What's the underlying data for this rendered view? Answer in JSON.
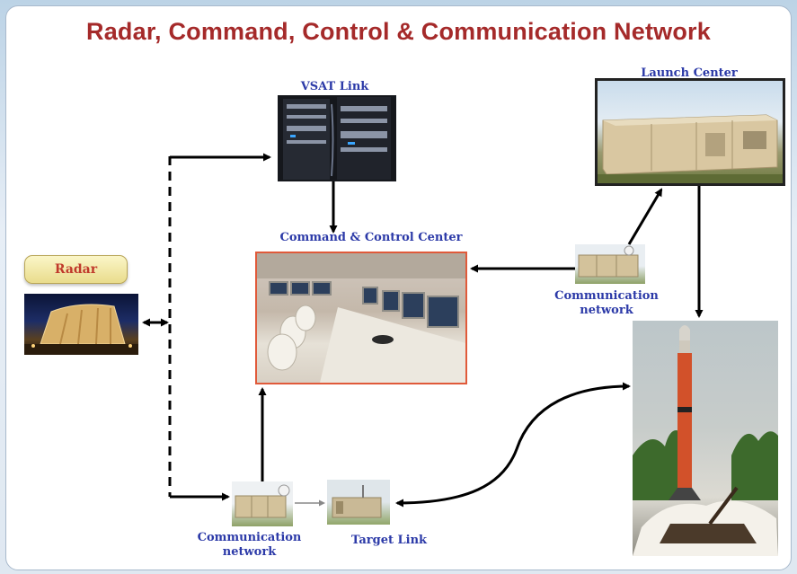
{
  "title": "Radar, Command, Control & Communication Network",
  "nodes": {
    "radar": "Radar",
    "vsat": "VSAT Link",
    "launch": "Launch Center",
    "command": "Command & Control Center",
    "comm_right_line1": "Communication",
    "comm_right_line2": "network",
    "comm_bottom_line1": "Communication",
    "comm_bottom_line2": "network",
    "target": "Target Link"
  },
  "colors": {
    "title": "#a52a2a",
    "labels": "#2c3aa8",
    "radar_button_text": "#c0392b",
    "command_frame": "#e05a3a",
    "launch_frame": "#222222"
  }
}
